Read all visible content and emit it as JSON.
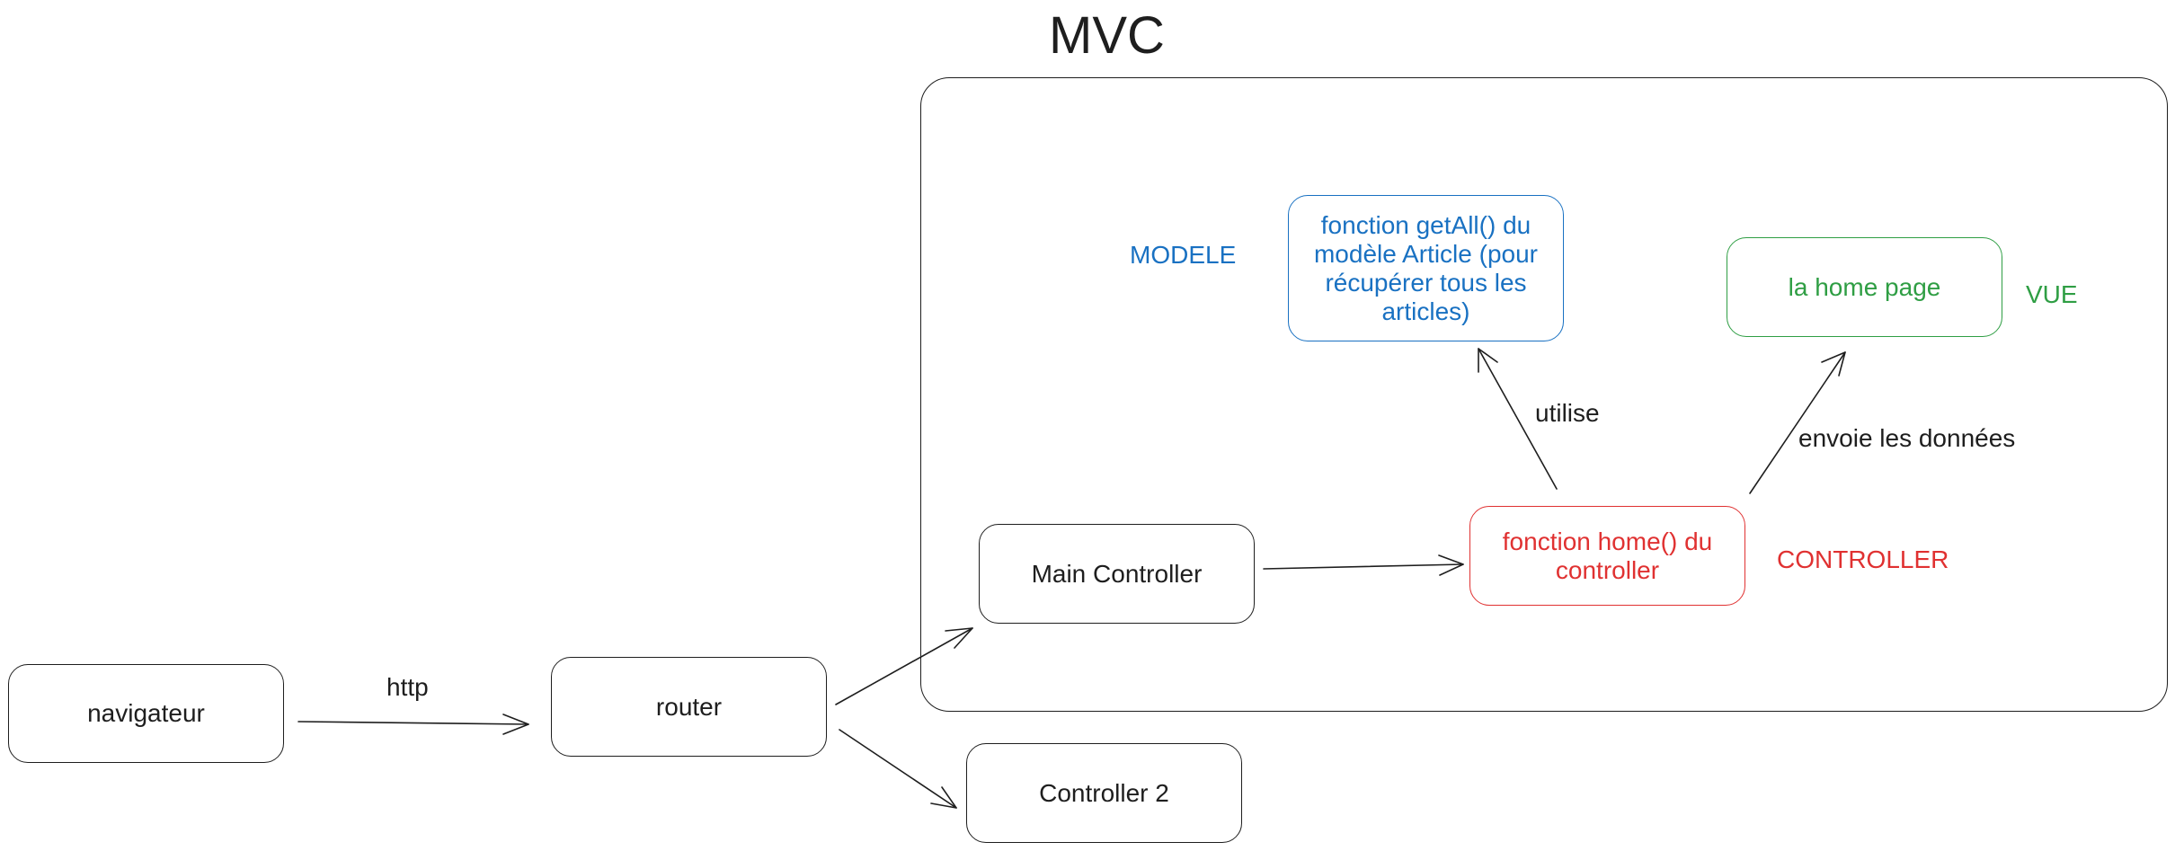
{
  "diagram": {
    "title": "MVC",
    "nodes": {
      "navigateur": "navigateur",
      "router": "router",
      "main_controller": "Main Controller",
      "controller_2": "Controller 2",
      "model_function": "fonction getAll() du modèle Article (pour récupérer tous les articles)",
      "home_page": "la home page",
      "home_function": "fonction home() du controller"
    },
    "section_labels": {
      "modele": "MODELE",
      "vue": "VUE",
      "controller": "CONTROLLER"
    },
    "edge_labels": {
      "http": "http",
      "utilise": "utilise",
      "envoie": "envoie les données"
    },
    "edges": [
      {
        "from": "navigateur",
        "to": "router",
        "label": "http"
      },
      {
        "from": "router",
        "to": "Main Controller"
      },
      {
        "from": "router",
        "to": "Controller 2"
      },
      {
        "from": "Main Controller",
        "to": "fonction home() du controller"
      },
      {
        "from": "fonction home() du controller",
        "to": "fonction getAll() du modèle Article (pour récupérer tous les articles)",
        "label": "utilise"
      },
      {
        "from": "fonction home() du controller",
        "to": "la home page",
        "label": "envoie les données"
      }
    ],
    "colors": {
      "stroke": "#1e1e1e",
      "model": "#1971c2",
      "view": "#2f9e44",
      "controller": "#e03131"
    }
  }
}
